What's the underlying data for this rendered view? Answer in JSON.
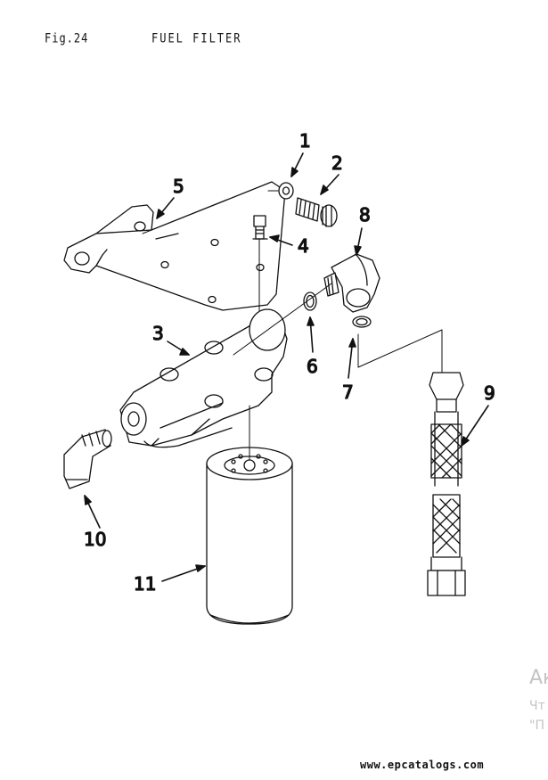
{
  "figure": {
    "number": "Fig.24",
    "title": "FUEL FILTER"
  },
  "callouts": [
    "1",
    "2",
    "3",
    "4",
    "5",
    "6",
    "7",
    "8",
    "9",
    "10",
    "11"
  ],
  "footer": {
    "site": "www.epcatalogs.com"
  },
  "watermark": {
    "line1": "Ак",
    "line2": "Чт",
    "line3": "\"П"
  },
  "colors": {
    "ink": "#111111",
    "paper": "#ffffff",
    "watermark": "#c4c4c4"
  }
}
